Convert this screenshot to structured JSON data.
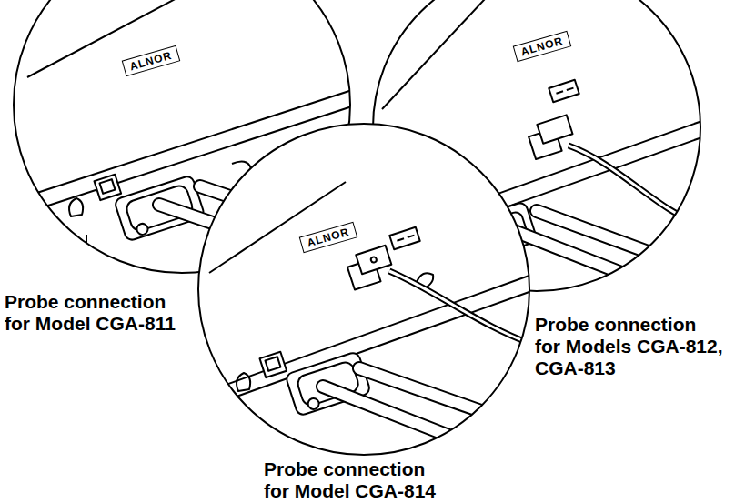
{
  "diagram": {
    "nodes": [
      {
        "text": [
          "ALNOR"
        ]
      },
      {
        "text": [
          "ALNOR"
        ]
      },
      {
        "text": [
          "ALNOR"
        ]
      }
    ],
    "labels": [
      "Probe connection for Model CGA-811",
      "Probe connection for Model CGA-814",
      "Probe connection for Models CGA-812, CGA-813"
    ]
  }
}
